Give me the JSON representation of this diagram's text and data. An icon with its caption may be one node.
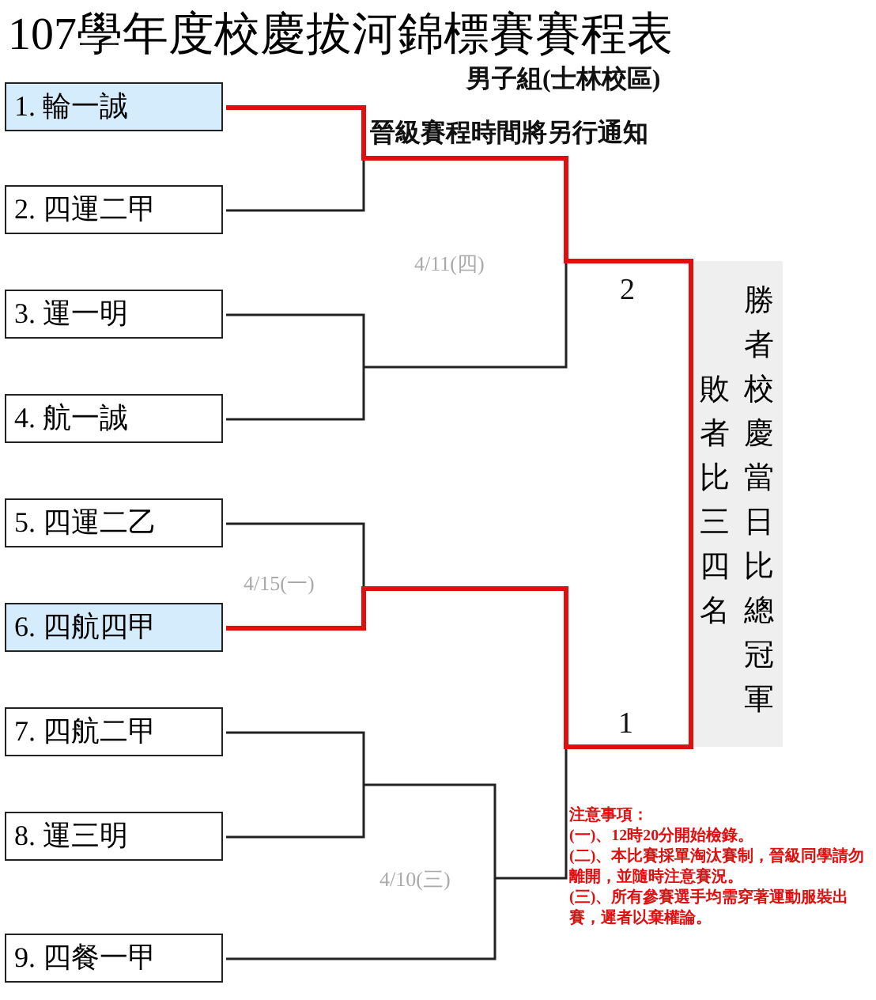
{
  "diagram": {
    "title": "107學年度校慶拔河錦標賽賽程表",
    "nodes": [
      {
        "text": [
          "1. 輪一誠"
        ]
      },
      {
        "text": [
          "2. 四運二甲"
        ]
      },
      {
        "text": [
          "3. 運一明"
        ]
      },
      {
        "text": [
          "4. 航一誠"
        ]
      },
      {
        "text": [
          "5. 四運二乙"
        ]
      },
      {
        "text": [
          "6. 四航四甲"
        ]
      },
      {
        "text": [
          "7. 四航二甲"
        ]
      },
      {
        "text": [
          "8. 運三明"
        ]
      },
      {
        "text": [
          "9. 四餐一甲"
        ]
      },
      {
        "text": [
          "敗者比三四名",
          "勝者校慶當日比總冠軍"
        ]
      }
    ],
    "edges": [],
    "labels": [
      "男子組(士林校區)",
      "晉級賽程時間將另行通知",
      "4/11(四)",
      "2",
      "4/15(一)",
      "1",
      "4/10(三)",
      "注意事項：",
      "(一)、12時20分開始檢錄。",
      "(二)、本比賽採單淘汰賽制，晉級同學請勿離開，並隨時注意賽況。",
      "(三)、所有參賽選手均需穿著運動服裝出賽，遲者以棄權論。"
    ]
  }
}
